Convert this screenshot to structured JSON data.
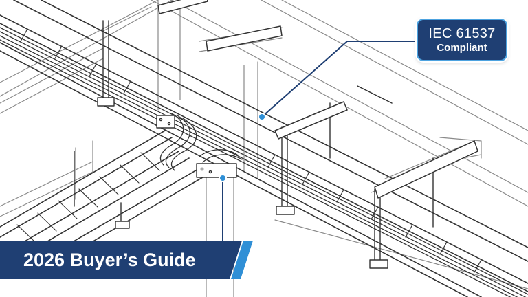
{
  "badge": {
    "line1": "IEC 61537",
    "line2": "Compliant"
  },
  "banner": {
    "title": "2026 Buyer’s Guide"
  },
  "colors": {
    "navy": "#1f3f73",
    "accent": "#4da3e0",
    "line": "#333333"
  }
}
